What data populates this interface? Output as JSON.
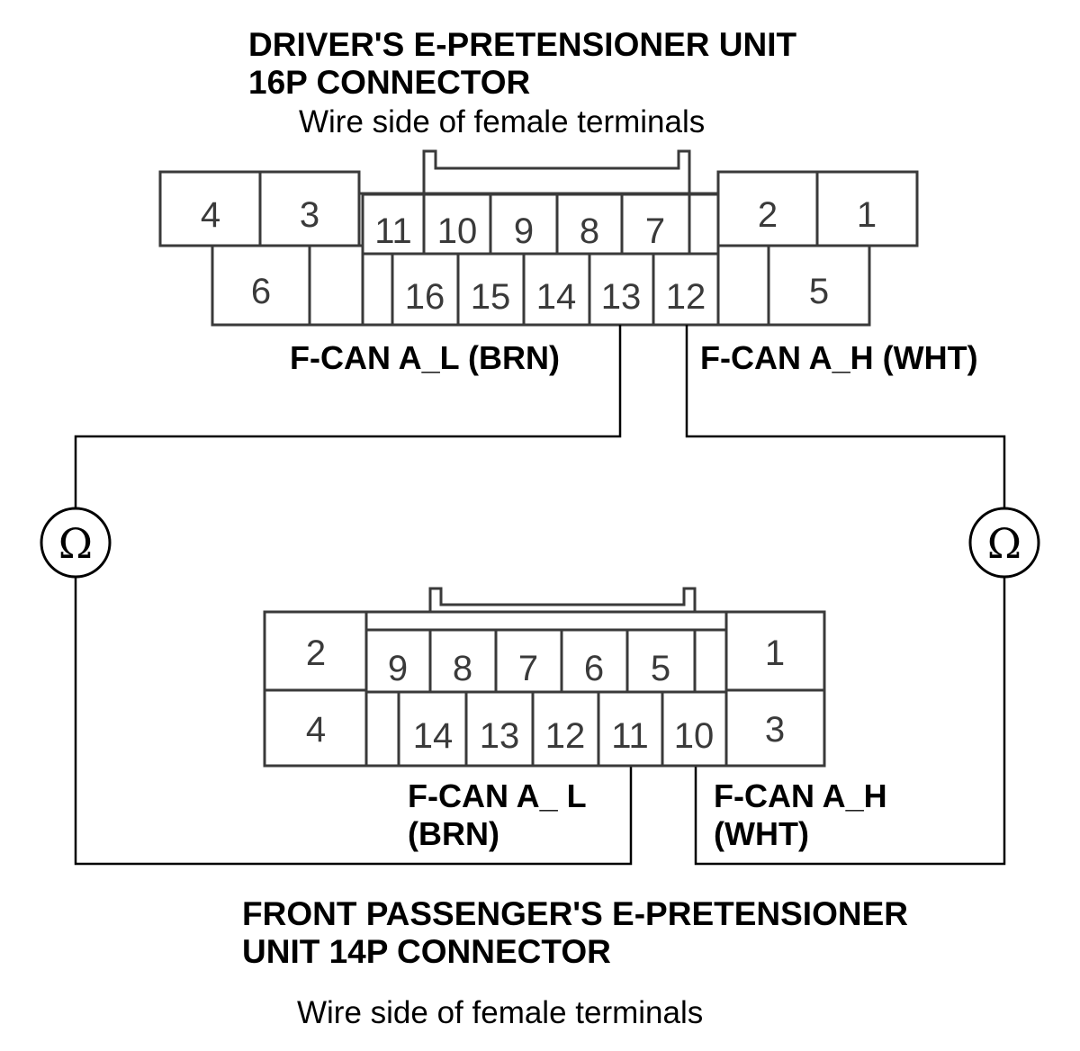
{
  "driver_connector": {
    "title_line1": "DRIVER'S E-PRETENSIONER UNIT",
    "title_line2": "16P CONNECTOR",
    "view_label": "Wire side of female terminals",
    "pins": [
      "4",
      "3",
      "11",
      "10",
      "9",
      "8",
      "7",
      "2",
      "1",
      "6",
      "16",
      "15",
      "14",
      "13",
      "12",
      "5"
    ]
  },
  "passenger_connector": {
    "title_line1": "FRONT PASSENGER'S E-PRETENSIONER",
    "title_line2": "UNIT 14P CONNECTOR",
    "view_label": "Wire side of female terminals",
    "pins": [
      "2",
      "9",
      "8",
      "7",
      "6",
      "5",
      "1",
      "4",
      "14",
      "13",
      "12",
      "11",
      "10",
      "3"
    ]
  },
  "wires": {
    "driver_low_label": "F-CAN A_L (BRN)",
    "driver_high_label": "F-CAN A_H (WHT)",
    "passenger_low_line1": "F-CAN A_ L",
    "passenger_low_line2": "(BRN)",
    "passenger_high_line1": "F-CAN A_H",
    "passenger_high_line2": "(WHT)"
  },
  "meters": {
    "left_symbol": "Ω",
    "right_symbol": "Ω"
  }
}
